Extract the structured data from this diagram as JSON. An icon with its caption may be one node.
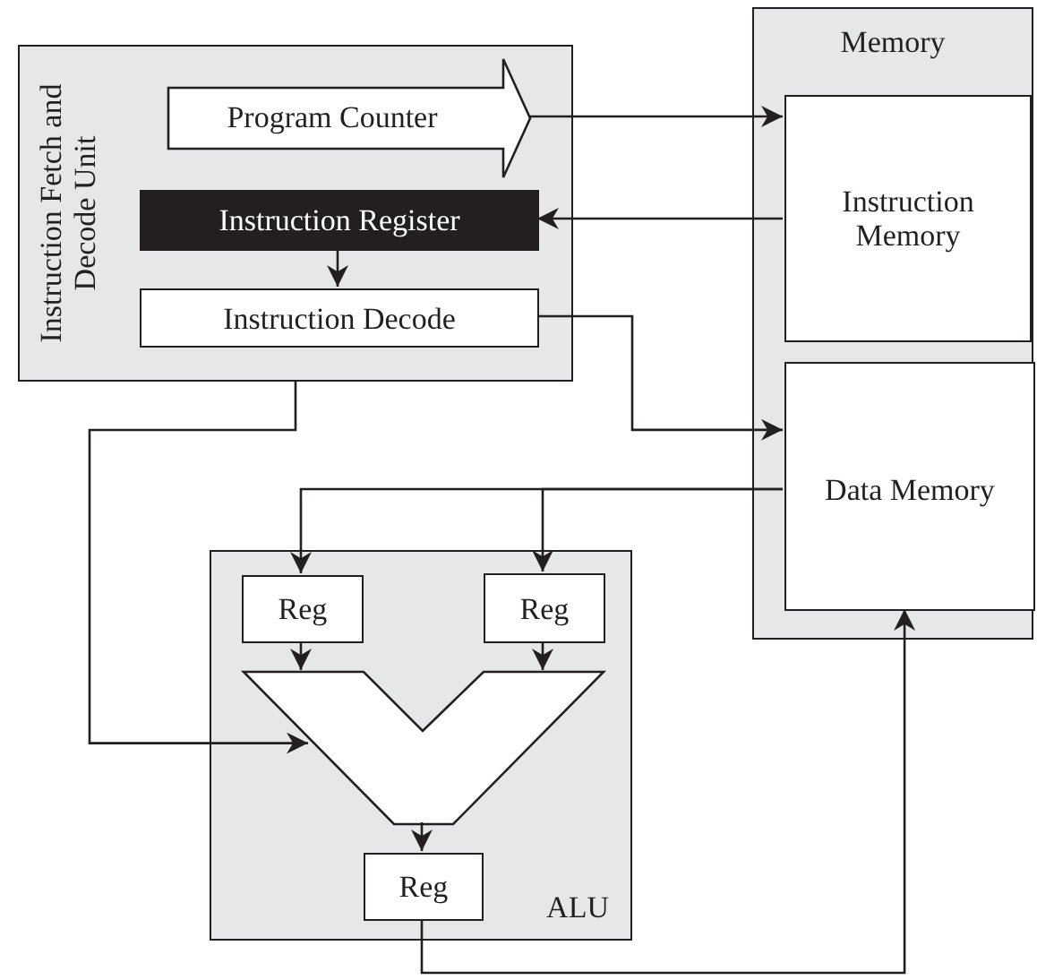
{
  "diagram": {
    "nodes": [
      {
        "text": [
          "Instruction Fetch and Decode Unit"
        ]
      },
      {
        "text": [
          "Program Counter"
        ],
        "in": 0
      },
      {
        "text": [
          "Instruction Register"
        ],
        "in": 0
      },
      {
        "text": [
          "Instruction Decode"
        ],
        "in": 0
      },
      {
        "text": [
          "Memory"
        ]
      },
      {
        "text": [
          "Instruction Memory"
        ],
        "in": 4
      },
      {
        "text": [
          "Data Memory"
        ],
        "in": 4
      },
      {
        "text": [
          "ALU"
        ]
      },
      {
        "text": [
          "Reg"
        ],
        "in": 7
      },
      {
        "text": [
          "Reg"
        ],
        "in": 7
      },
      {
        "text": [],
        "shape": "chevron",
        "in": 7
      },
      {
        "text": [
          "Reg"
        ],
        "in": 7
      }
    ],
    "edges": [
      {
        "from": 1,
        "to": 5,
        "arrow": "to"
      },
      {
        "from": 5,
        "to": 2,
        "arrow": "to"
      },
      {
        "from": 2,
        "to": 3,
        "arrow": "to"
      },
      {
        "from": 3,
        "to": 6,
        "arrow": "to"
      },
      {
        "from": 0,
        "to": 10,
        "arrow": "to"
      },
      {
        "from": 6,
        "to": 8,
        "arrow": "to"
      },
      {
        "from": 6,
        "to": 9,
        "arrow": "to"
      },
      {
        "from": 8,
        "to": 10,
        "arrow": "to"
      },
      {
        "from": 9,
        "to": 10,
        "arrow": "to"
      },
      {
        "from": 10,
        "to": 11,
        "arrow": "to"
      },
      {
        "from": 11,
        "to": 6,
        "arrow": "to"
      }
    ]
  }
}
